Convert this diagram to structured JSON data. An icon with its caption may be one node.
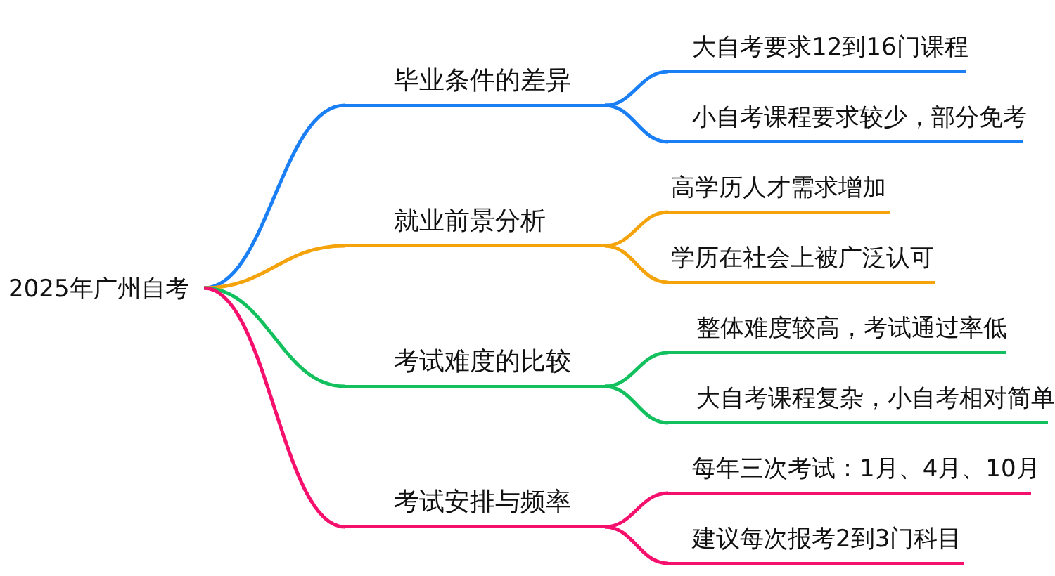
{
  "diagram": {
    "nodes": [
      {
        "text": [
          "2025年广州自考"
        ]
      },
      {
        "text": [
          "毕业条件的差异"
        ]
      },
      {
        "text": [
          "大自考要求12到16门课程"
        ]
      },
      {
        "text": [
          "小自考课程要求较少，部分免考"
        ]
      },
      {
        "text": [
          "就业前景分析"
        ]
      },
      {
        "text": [
          "高学历人才需求增加"
        ]
      },
      {
        "text": [
          "学历在社会上被广泛认可"
        ]
      },
      {
        "text": [
          "考试难度的比较"
        ]
      },
      {
        "text": [
          "整体难度较高，考试通过率低"
        ]
      },
      {
        "text": [
          "大自考课程复杂，小自考相对简单"
        ]
      },
      {
        "text": [
          "考试安排与频率"
        ]
      },
      {
        "text": [
          "每年三次考试：1月、4月、10月"
        ]
      },
      {
        "text": [
          "建议每次报考2到3门科目"
        ]
      }
    ],
    "edges": [
      {
        "from": 0,
        "to": 1,
        "arrow": "none",
        "color": "#1a7ff5"
      },
      {
        "from": 1,
        "to": 2,
        "arrow": "none",
        "color": "#1a7ff5"
      },
      {
        "from": 1,
        "to": 3,
        "arrow": "none",
        "color": "#1a7ff5"
      },
      {
        "from": 0,
        "to": 4,
        "arrow": "none",
        "color": "#f5a30a"
      },
      {
        "from": 4,
        "to": 5,
        "arrow": "none",
        "color": "#f5a30a"
      },
      {
        "from": 4,
        "to": 6,
        "arrow": "none",
        "color": "#f5a30a"
      },
      {
        "from": 0,
        "to": 7,
        "arrow": "none",
        "color": "#12c05e"
      },
      {
        "from": 7,
        "to": 8,
        "arrow": "none",
        "color": "#12c05e"
      },
      {
        "from": 7,
        "to": 9,
        "arrow": "none",
        "color": "#12c05e"
      },
      {
        "from": 0,
        "to": 10,
        "arrow": "none",
        "color": "#f5106e"
      },
      {
        "from": 10,
        "to": 11,
        "arrow": "none",
        "color": "#f5106e"
      },
      {
        "from": 10,
        "to": 12,
        "arrow": "none",
        "color": "#f5106e"
      }
    ]
  }
}
